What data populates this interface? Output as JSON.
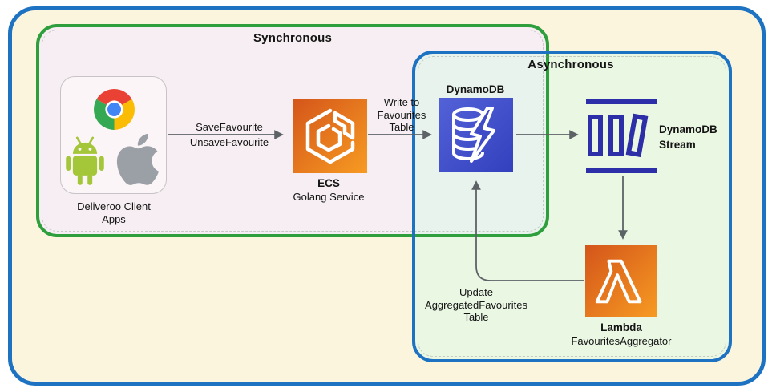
{
  "diagram": {
    "regions": {
      "synchronous": {
        "label": "Synchronous"
      },
      "asynchronous": {
        "label": "Asynchronous"
      }
    },
    "nodes": {
      "client_apps": {
        "label_line1": "Deliveroo Client",
        "label_line2": "Apps",
        "icons": [
          "chrome",
          "android",
          "apple"
        ]
      },
      "ecs": {
        "title": "ECS",
        "subtitle": "Golang Service"
      },
      "dynamodb": {
        "title": "DynamoDB"
      },
      "dynamodb_stream": {
        "title_line1": "DynamoDB",
        "title_line2": "Stream"
      },
      "lambda": {
        "title": "Lambda",
        "subtitle": "FavouritesAggregator"
      }
    },
    "edges": {
      "client_to_ecs": {
        "label_line1": "SaveFavourite",
        "label_line2": "UnsaveFavourite"
      },
      "ecs_to_dynamodb": {
        "label_line1": "Write to",
        "label_line2": "Favourites",
        "label_line3": "Table"
      },
      "lambda_to_dynamodb": {
        "label_line1": "Update",
        "label_line2": "AggregatedFavourites",
        "label_line3": "Table"
      }
    },
    "colors": {
      "canvas_background": "#FCF5DD",
      "outer_border": "#1E72C2",
      "synchronous_border": "#2F9E3C",
      "synchronous_fill": "#F6EEF2",
      "asynchronous_border": "#1E72C2",
      "asynchronous_fill": "#E9F6E4",
      "arrow": "#5D6267",
      "aws_orange_start": "#D4551A",
      "aws_orange_end": "#F79B22",
      "dynamodb_blue_start": "#5362D8",
      "dynamodb_blue_end": "#3340BE",
      "stream_indigo": "#2D2FA8"
    }
  }
}
